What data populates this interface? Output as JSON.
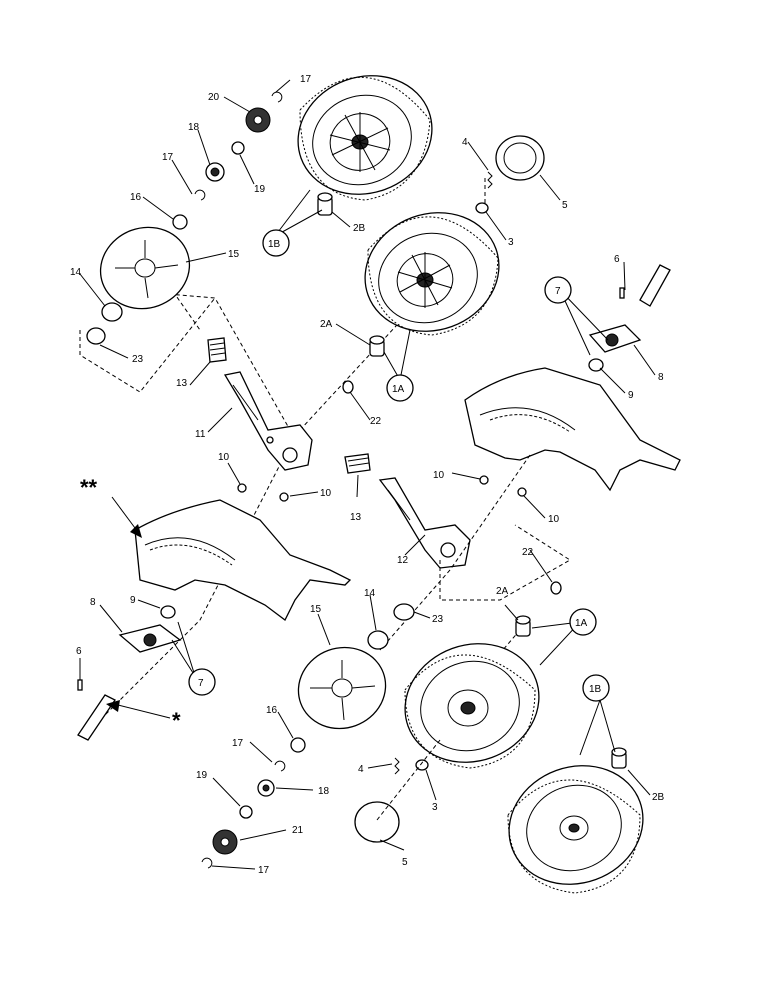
{
  "callouts": {
    "c17a": "17",
    "c20": "20",
    "c18a": "18",
    "c19a": "19",
    "c17b": "17",
    "c16a": "16",
    "c15a": "15",
    "c14a": "14",
    "c23a": "23",
    "c1Ba": "1B",
    "c2Ba": "2B",
    "c4a": "4",
    "c5a": "5",
    "c3a": "3",
    "c2Aa": "2A",
    "c1Aa": "1A",
    "c22a": "22",
    "c13a": "13",
    "c11": "11",
    "c6a": "6",
    "c7a": "7",
    "c8a": "8",
    "c9a": "9",
    "c10a": "10",
    "c10b": "10",
    "c10c": "10",
    "c10d": "10",
    "c13b": "13",
    "c12": "12",
    "c22b": "22",
    "c2Ab": "2A",
    "c1Ab": "1A",
    "c23b": "23",
    "c14b": "14",
    "c15b": "15",
    "c8b": "8",
    "c9b": "9",
    "c7b": "7",
    "c6b": "6",
    "c16b": "16",
    "c17c": "17",
    "c18b": "18",
    "c4b": "4",
    "c3b": "3",
    "c19b": "19",
    "c21": "21",
    "c5b": "5",
    "c17d": "17",
    "c1Bb": "1B",
    "c2Bb": "2B"
  },
  "markers": {
    "double_star": "**",
    "single_star": "*"
  }
}
